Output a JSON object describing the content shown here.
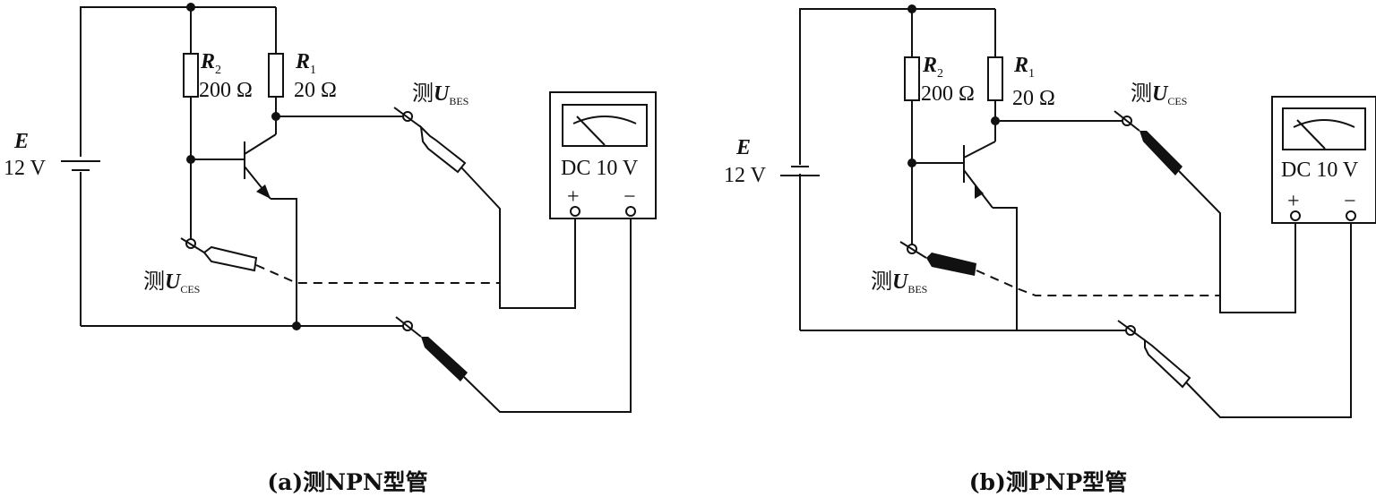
{
  "panel_a": {
    "source_label": "E",
    "source_value": "12 V",
    "r2_name": "R",
    "r2_sub": "2",
    "r2_value": "200 Ω",
    "r1_name": "R",
    "r1_sub": "1",
    "r1_value": "20 Ω",
    "meter_range": "DC 10 V",
    "meter_plus": "+",
    "meter_minus": "−",
    "probe_top_prefix": "测",
    "probe_top_var": "U",
    "probe_top_sub": "BES",
    "probe_bottom_prefix": "测",
    "probe_bottom_var": "U",
    "probe_bottom_sub": "CES",
    "caption": "(a)测NPN型管"
  },
  "panel_b": {
    "source_label": "E",
    "source_value": "12 V",
    "r2_name": "R",
    "r2_sub": "2",
    "r2_value": "200 Ω",
    "r1_name": "R",
    "r1_sub": "1",
    "r1_value": "20 Ω",
    "meter_range": "DC 10 V",
    "meter_plus": "+",
    "meter_minus": "−",
    "probe_top_prefix": "测",
    "probe_top_var": "U",
    "probe_top_sub": "CES",
    "probe_bottom_prefix": "测",
    "probe_bottom_var": "U",
    "probe_bottom_sub": "BES",
    "caption": "(b)测PNP型管"
  }
}
